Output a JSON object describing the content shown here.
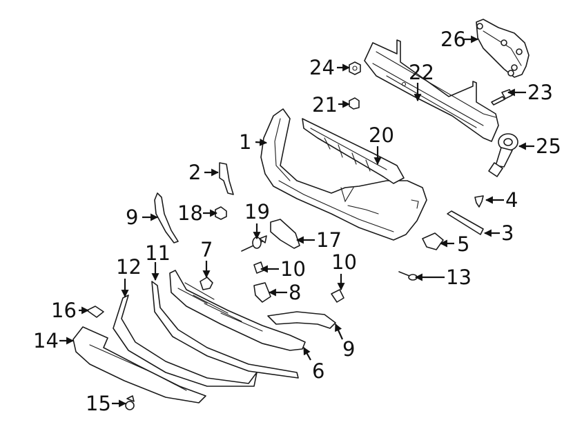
{
  "diagram": {
    "callouts": [
      {
        "id": "c1",
        "text": "1"
      },
      {
        "id": "c2",
        "text": "2"
      },
      {
        "id": "c3",
        "text": "3"
      },
      {
        "id": "c4",
        "text": "4"
      },
      {
        "id": "c5",
        "text": "5"
      },
      {
        "id": "c6",
        "text": "6"
      },
      {
        "id": "c7",
        "text": "7"
      },
      {
        "id": "c8",
        "text": "8"
      },
      {
        "id": "c9a",
        "text": "9"
      },
      {
        "id": "c9b",
        "text": "9"
      },
      {
        "id": "c10a",
        "text": "10"
      },
      {
        "id": "c10b",
        "text": "10"
      },
      {
        "id": "c11",
        "text": "11"
      },
      {
        "id": "c12",
        "text": "12"
      },
      {
        "id": "c13",
        "text": "13"
      },
      {
        "id": "c14",
        "text": "14"
      },
      {
        "id": "c15",
        "text": "15"
      },
      {
        "id": "c16",
        "text": "16"
      },
      {
        "id": "c17",
        "text": "17"
      },
      {
        "id": "c18",
        "text": "18"
      },
      {
        "id": "c19",
        "text": "19"
      },
      {
        "id": "c20",
        "text": "20"
      },
      {
        "id": "c21",
        "text": "21"
      },
      {
        "id": "c22",
        "text": "22"
      },
      {
        "id": "c23",
        "text": "23"
      },
      {
        "id": "c24",
        "text": "24"
      },
      {
        "id": "c25",
        "text": "25"
      },
      {
        "id": "c26",
        "text": "26"
      }
    ]
  }
}
